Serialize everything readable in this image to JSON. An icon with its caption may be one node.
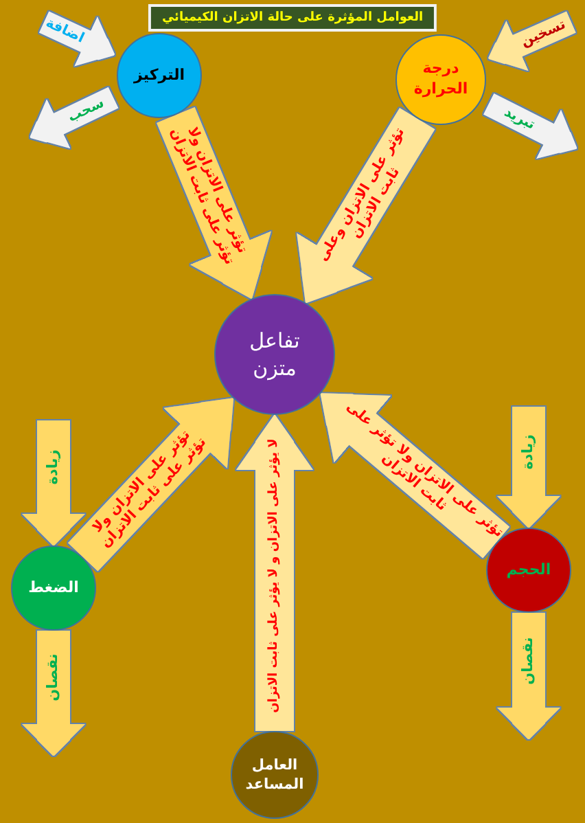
{
  "diagram": {
    "title": "العوامل المؤثرة على حالة الاتزان الكيميائي",
    "nodes": [
      {
        "text": [
          "التركيز"
        ]
      },
      {
        "text": [
          "درجة الحرارة"
        ]
      },
      {
        "text": [
          "تفاعل متزن"
        ]
      },
      {
        "text": [
          "الضغط"
        ]
      },
      {
        "text": [
          "الحجم"
        ]
      },
      {
        "text": [
          "العامل المساعد"
        ]
      }
    ],
    "edges": [
      {
        "from": null,
        "to": 0,
        "arrow": "to",
        "label": "اضافة",
        "color": "#f2f2f2"
      },
      {
        "from": 0,
        "to": null,
        "arrow": "to",
        "label": "سحب",
        "color": "#f2f2f2"
      },
      {
        "from": null,
        "to": 1,
        "arrow": "to",
        "label": "تسخين",
        "color": "#ffe699"
      },
      {
        "from": 1,
        "to": null,
        "arrow": "to",
        "label": "تبريد",
        "color": "#f2f2f2"
      },
      {
        "from": 0,
        "to": 2,
        "arrow": "to",
        "label": "تؤثر على الاتزان ولا تؤثر على ثابت الاتزان"
      },
      {
        "from": 1,
        "to": 2,
        "arrow": "to",
        "label": "تؤثر على الاتزان وعلى ثابت الاتزان",
        "color": "#ffe699"
      },
      {
        "from": null,
        "to": 3,
        "arrow": "to",
        "label": "زيادة"
      },
      {
        "from": 3,
        "to": 2,
        "arrow": "to",
        "label": "تؤثر على الاتزان ولا تؤثر على ثابت الاتزان"
      },
      {
        "from": 3,
        "to": null,
        "arrow": "to",
        "label": "نقصان"
      },
      {
        "from": null,
        "to": 4,
        "arrow": "to",
        "label": "زيادة"
      },
      {
        "from": 4,
        "to": 2,
        "arrow": "to",
        "label": "تؤثر على الاتزان ولا تؤثر على ثابت الاتزان",
        "color": "#ffe699"
      },
      {
        "from": 4,
        "to": null,
        "arrow": "to",
        "label": "نقصان"
      },
      {
        "from": 5,
        "to": 2,
        "arrow": "to",
        "label": "لا يؤثر على الاتزان و لا يؤثر على ثابت الاتزان",
        "color": "#ffe699"
      }
    ]
  }
}
